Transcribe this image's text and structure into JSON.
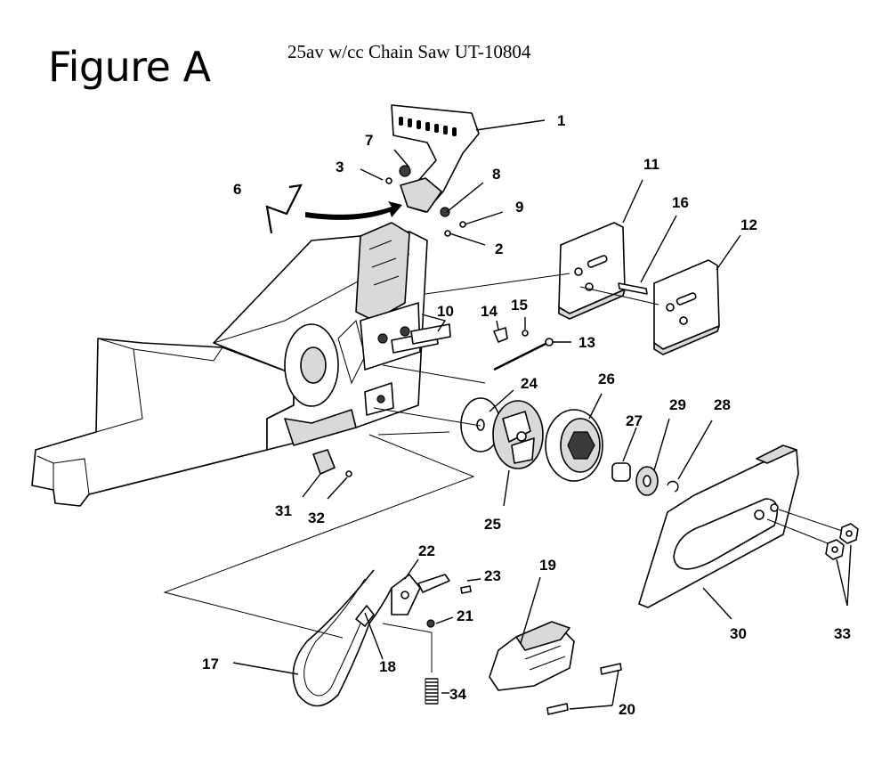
{
  "figure_title": "Figure A",
  "subtitle": "25av w/cc Chain Saw UT-10804",
  "callouts": {
    "c1": "1",
    "c2": "2",
    "c3": "3",
    "c6": "6",
    "c7": "7",
    "c8": "8",
    "c9": "9",
    "c10": "10",
    "c11": "11",
    "c12": "12",
    "c13": "13",
    "c14": "14",
    "c15": "15",
    "c16": "16",
    "c17": "17",
    "c18": "18",
    "c19": "19",
    "c20": "20",
    "c21": "21",
    "c22": "22",
    "c23": "23",
    "c24": "24",
    "c25": "25",
    "c26": "26",
    "c27": "27",
    "c28": "28",
    "c29": "29",
    "c30": "30",
    "c31": "31",
    "c32": "32",
    "c33": "33",
    "c34": "34"
  }
}
